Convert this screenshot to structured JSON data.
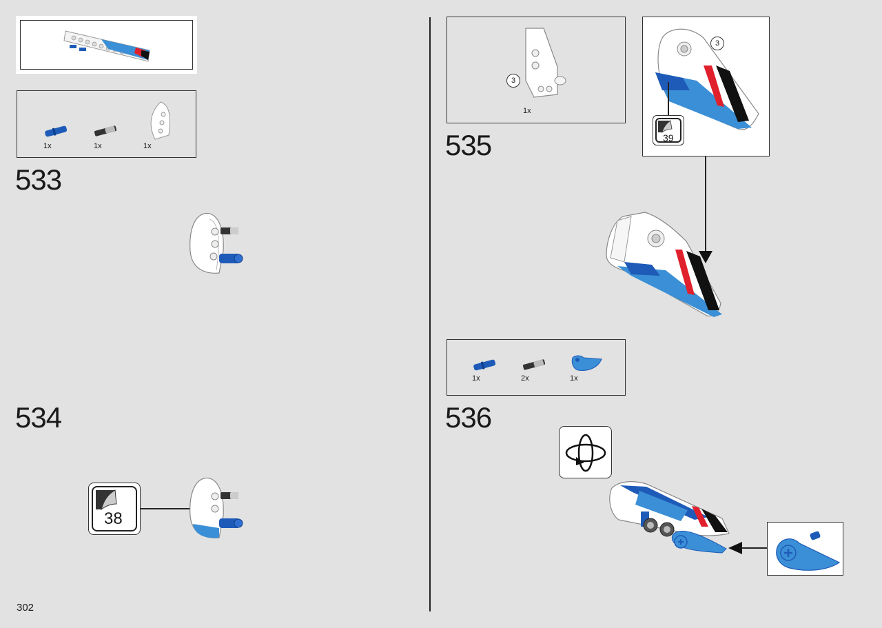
{
  "page": {
    "number": "302"
  },
  "left": {
    "step533": {
      "number": "533",
      "parts": [
        {
          "qty": "1x",
          "icon": "blue-pin-icon"
        },
        {
          "qty": "1x",
          "icon": "black-axle-pin-icon"
        },
        {
          "qty": "1x",
          "icon": "white-liftarm-icon"
        }
      ]
    },
    "step534": {
      "number": "534",
      "sticker": "38"
    }
  },
  "right": {
    "step535": {
      "number": "535",
      "callout_qty": "1x",
      "callout_label": "3",
      "detail_label": "3",
      "sticker": "39"
    },
    "step536": {
      "number": "536",
      "parts": [
        {
          "qty": "1x",
          "icon": "blue-pin-icon"
        },
        {
          "qty": "2x",
          "icon": "black-axle-pin-icon"
        },
        {
          "qty": "1x",
          "icon": "blue-wedge-panel-icon"
        }
      ]
    }
  },
  "colors": {
    "blue": "#1e5bb8",
    "lightblue": "#3b8fd6",
    "red": "#e0202c",
    "black": "#111111",
    "white": "#ffffff",
    "bg": "#e2e2e2"
  }
}
